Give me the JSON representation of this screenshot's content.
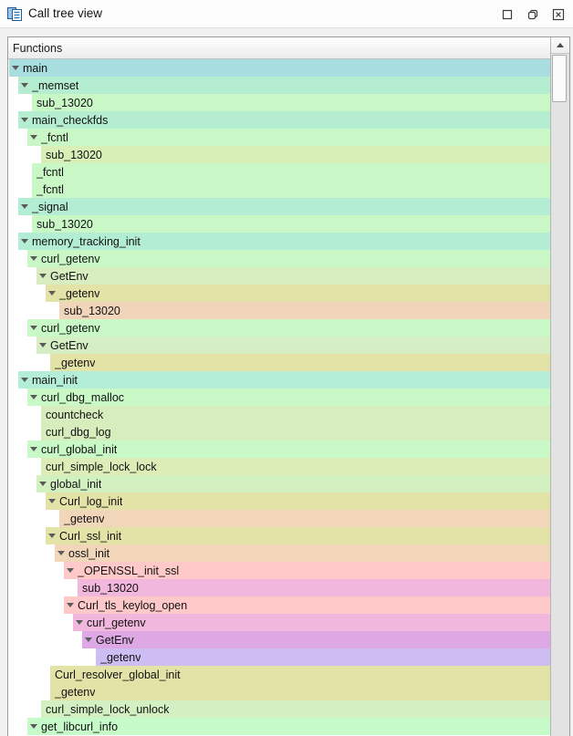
{
  "window": {
    "title": "Call tree view",
    "icon": "call-tree-icon",
    "buttons": [
      {
        "name": "float-button",
        "icon": "square-icon"
      },
      {
        "name": "restore-button",
        "icon": "overlap-squares-icon"
      },
      {
        "name": "close-button",
        "icon": "close-x-icon"
      }
    ]
  },
  "panel": {
    "column_header": "Functions"
  },
  "tree": {
    "rows": [
      {
        "label": "main",
        "level": 0,
        "expandable": true,
        "color": "#a9dee1"
      },
      {
        "label": "_memset",
        "level": 1,
        "expandable": true,
        "color": "#b5edd1"
      },
      {
        "label": "sub_13020",
        "level": 2,
        "expandable": false,
        "color": "#c9f7c6"
      },
      {
        "label": "main_checkfds",
        "level": 1,
        "expandable": true,
        "color": "#b5edd1"
      },
      {
        "label": "_fcntl",
        "level": 2,
        "expandable": true,
        "color": "#c9f7c5"
      },
      {
        "label": "sub_13020",
        "level": 3,
        "expandable": false,
        "color": "#d8efb7"
      },
      {
        "label": "_fcntl",
        "level": 2,
        "expandable": false,
        "color": "#c9f7c5"
      },
      {
        "label": "_fcntl",
        "level": 2,
        "expandable": false,
        "color": "#c9f7c5"
      },
      {
        "label": "_signal",
        "level": 1,
        "expandable": true,
        "color": "#b3edd3"
      },
      {
        "label": "sub_13020",
        "level": 2,
        "expandable": false,
        "color": "#c9f7c6"
      },
      {
        "label": "memory_tracking_init",
        "level": 1,
        "expandable": true,
        "color": "#b3edd3"
      },
      {
        "label": "curl_getenv",
        "level": 2,
        "expandable": true,
        "color": "#c9f7c6"
      },
      {
        "label": "GetEnv",
        "level": 3,
        "expandable": true,
        "color": "#d9eec0"
      },
      {
        "label": "_getenv",
        "level": 4,
        "expandable": true,
        "color": "#e3e2a7"
      },
      {
        "label": "sub_13020",
        "level": 5,
        "expandable": false,
        "color": "#f1d5ba"
      },
      {
        "label": "curl_getenv",
        "level": 2,
        "expandable": true,
        "color": "#c8f9c7"
      },
      {
        "label": "GetEnv",
        "level": 3,
        "expandable": true,
        "color": "#d5eec4"
      },
      {
        "label": "_getenv",
        "level": 4,
        "expandable": false,
        "color": "#e3e2a7"
      },
      {
        "label": "main_init",
        "level": 1,
        "expandable": true,
        "color": "#b4eed7"
      },
      {
        "label": "curl_dbg_malloc",
        "level": 2,
        "expandable": true,
        "color": "#c9f9c6"
      },
      {
        "label": "countcheck",
        "level": 3,
        "expandable": false,
        "color": "#d7edbd"
      },
      {
        "label": "curl_dbg_log",
        "level": 3,
        "expandable": false,
        "color": "#d7edbd"
      },
      {
        "label": "curl_global_init",
        "level": 2,
        "expandable": true,
        "color": "#c9f9c6"
      },
      {
        "label": "curl_simple_lock_lock",
        "level": 3,
        "expandable": false,
        "color": "#dcedb8"
      },
      {
        "label": "global_init",
        "level": 3,
        "expandable": true,
        "color": "#d3f0c1"
      },
      {
        "label": "Curl_log_init",
        "level": 4,
        "expandable": true,
        "color": "#e3e2a7"
      },
      {
        "label": "_getenv",
        "level": 5,
        "expandable": false,
        "color": "#f1d6b9"
      },
      {
        "label": "Curl_ssl_init",
        "level": 4,
        "expandable": true,
        "color": "#e3e2a7"
      },
      {
        "label": "ossl_init",
        "level": 5,
        "expandable": true,
        "color": "#f1d6b9"
      },
      {
        "label": "_OPENSSL_init_ssl",
        "level": 6,
        "expandable": true,
        "color": "#ffc9ca"
      },
      {
        "label": "sub_13020",
        "level": 7,
        "expandable": false,
        "color": "#f2b7dc"
      },
      {
        "label": "Curl_tls_keylog_open",
        "level": 6,
        "expandable": true,
        "color": "#ffc9ca"
      },
      {
        "label": "curl_getenv",
        "level": 7,
        "expandable": true,
        "color": "#f2b7dc"
      },
      {
        "label": "GetEnv",
        "level": 8,
        "expandable": true,
        "color": "#dda8e4"
      },
      {
        "label": "_getenv",
        "level": 9,
        "expandable": false,
        "color": "#cdbdf2"
      },
      {
        "label": "Curl_resolver_global_init",
        "level": 4,
        "expandable": false,
        "color": "#e3e2a7"
      },
      {
        "label": "_getenv",
        "level": 4,
        "expandable": false,
        "color": "#e3e2a7"
      },
      {
        "label": "curl_simple_lock_unlock",
        "level": 3,
        "expandable": false,
        "color": "#d3f0c2"
      },
      {
        "label": "get_libcurl_info",
        "level": 2,
        "expandable": true,
        "color": "#c6fbc9"
      }
    ]
  }
}
